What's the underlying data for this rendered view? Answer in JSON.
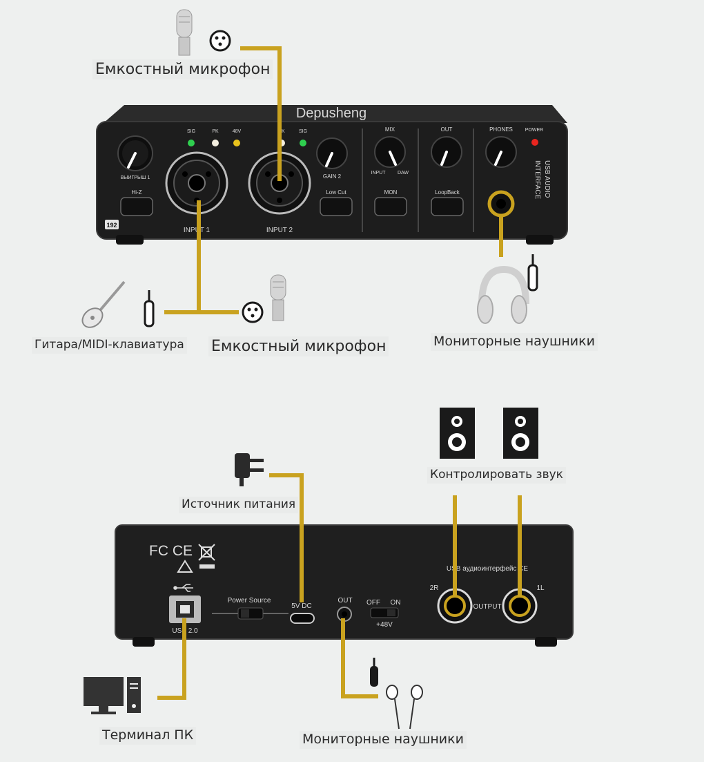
{
  "labels": {
    "condenser_mic_top": "Емкостный микрофон",
    "guitar_midi": "Гитара/MIDI-клавиатура",
    "condenser_mic_bottom": "Емкостный микрофон",
    "monitor_headphones_front": "Мониторные наушники",
    "monitor_sound": "Контролировать звук",
    "power_source_callout": "Источник питания",
    "pc_terminal": "Терминал ПК",
    "monitor_headphones_rear": "Мониторные наушники"
  },
  "front_panel": {
    "brand": "Depusheng",
    "sig_left": "SIG",
    "pk": "PK",
    "v48": "48V",
    "pk_right": "PK",
    "sig_right": "SIG",
    "gain1": "ВЫИГРЫШ 1",
    "hiz": "Hi-Z",
    "sample_badge": "192",
    "input1": "INPUT 1",
    "input2": "INPUT 2",
    "gain2": "GAIN 2",
    "lowcut": "Low Cut",
    "mix": "MIX",
    "mix_input": "INPUT",
    "mix_daw": "DAW",
    "mon": "MON",
    "out": "OUT",
    "loopback": "LoopBack",
    "phones": "PHONES",
    "power": "POWER",
    "usb_audio_line1": "USB AUDIO",
    "usb_audio_line2": "INTERFACE"
  },
  "rear_panel": {
    "certs": "FC CE",
    "usb": "USB 2.0",
    "power_source": "Power Source",
    "dc5v": "5V DC",
    "out": "OUT",
    "off": "OFF",
    "on": "ON",
    "v48": "+48V",
    "audio_interface": "USB аудиоинтерфейс CE",
    "out_2r": "2R",
    "output": "OUTPUT",
    "out_1l": "1L"
  },
  "colors": {
    "cable": "#c9a21f",
    "device_body": "#1e1e1e",
    "led_green": "#2fcf4f",
    "led_white": "#f4efe0",
    "led_yellow": "#e8c21c",
    "led_red": "#e8251f",
    "background": "#eef0ef"
  },
  "icons": [
    "condenser-mic-icon",
    "xlr-connector-icon",
    "guitar-icon",
    "jack-plug-icon",
    "headphones-icon",
    "power-plug-icon",
    "speaker-icon",
    "pc-icon",
    "earbuds-icon"
  ]
}
